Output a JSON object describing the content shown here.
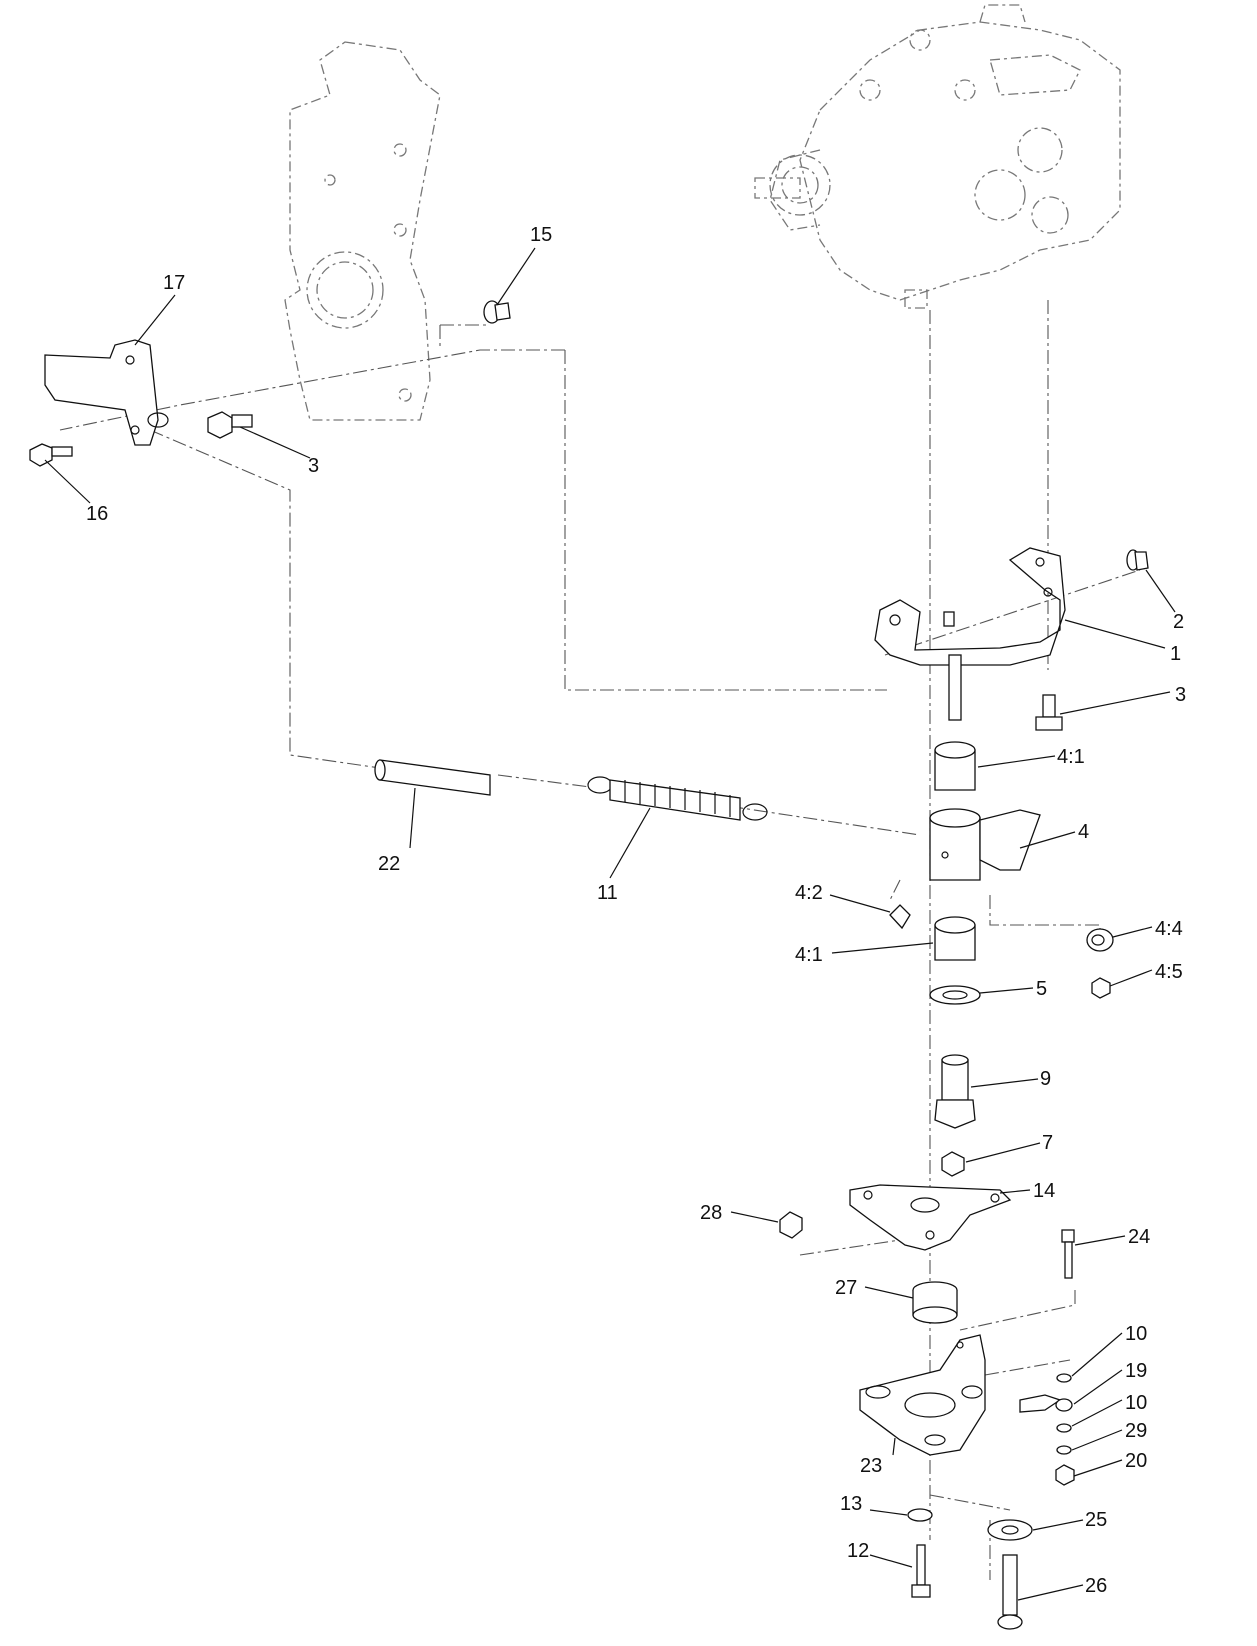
{
  "diagram": {
    "type": "exploded-parts-view",
    "callouts": [
      {
        "id": "c15",
        "label": "15"
      },
      {
        "id": "c17",
        "label": "17"
      },
      {
        "id": "c3a",
        "label": "3"
      },
      {
        "id": "c16",
        "label": "16"
      },
      {
        "id": "c2",
        "label": "2"
      },
      {
        "id": "c1",
        "label": "1"
      },
      {
        "id": "c3b",
        "label": "3"
      },
      {
        "id": "c41a",
        "label": "4:1"
      },
      {
        "id": "c4",
        "label": "4"
      },
      {
        "id": "c22",
        "label": "22"
      },
      {
        "id": "c11",
        "label": "11"
      },
      {
        "id": "c42",
        "label": "4:2"
      },
      {
        "id": "c44",
        "label": "4:4"
      },
      {
        "id": "c41b",
        "label": "4:1"
      },
      {
        "id": "c45",
        "label": "4:5"
      },
      {
        "id": "c5",
        "label": "5"
      },
      {
        "id": "c9",
        "label": "9"
      },
      {
        "id": "c7",
        "label": "7"
      },
      {
        "id": "c14",
        "label": "14"
      },
      {
        "id": "c28",
        "label": "28"
      },
      {
        "id": "c24",
        "label": "24"
      },
      {
        "id": "c27",
        "label": "27"
      },
      {
        "id": "c10a",
        "label": "10"
      },
      {
        "id": "c19",
        "label": "19"
      },
      {
        "id": "c10b",
        "label": "10"
      },
      {
        "id": "c29",
        "label": "29"
      },
      {
        "id": "c23",
        "label": "23"
      },
      {
        "id": "c20",
        "label": "20"
      },
      {
        "id": "c13",
        "label": "13"
      },
      {
        "id": "c25",
        "label": "25"
      },
      {
        "id": "c12",
        "label": "12"
      },
      {
        "id": "c26",
        "label": "26"
      }
    ]
  }
}
